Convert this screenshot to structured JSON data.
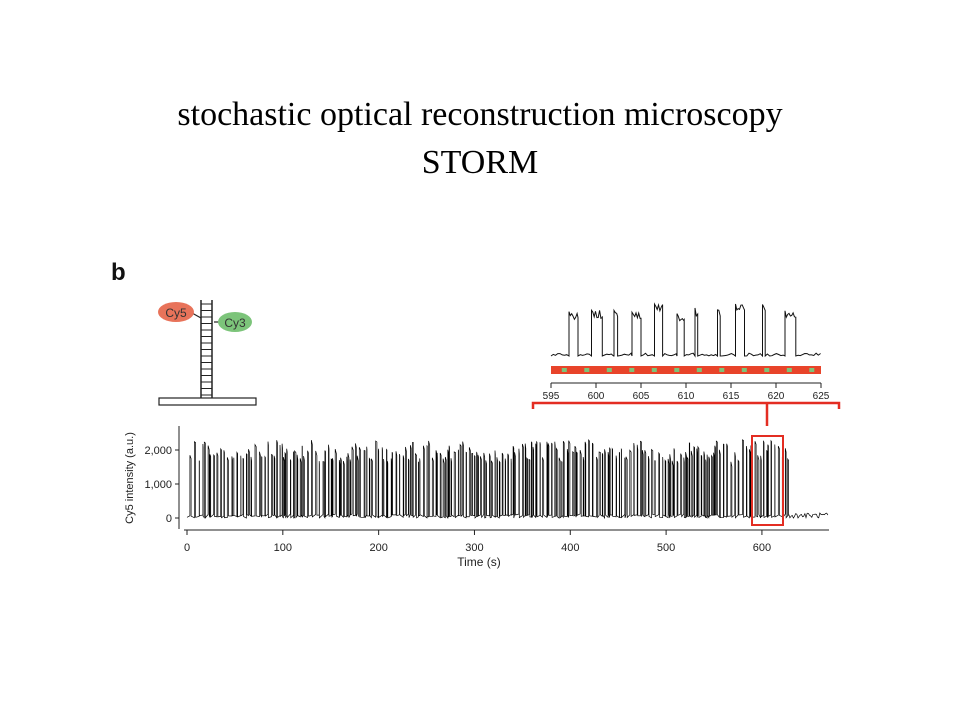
{
  "slide": {
    "title_line1": "stochastic optical reconstruction microscopy",
    "title_line2": "STORM"
  },
  "figure": {
    "panel_label": "b",
    "dye1": "Cy5",
    "dye2": "Cy3",
    "colors": {
      "cy5": "#e8735a",
      "cy3": "#7cc47a",
      "bar_red": "#e8442a",
      "bar_green": "#7cc47a",
      "highlight": "#e32d22",
      "trace": "#000000"
    }
  },
  "chart_data": [
    {
      "type": "line",
      "title": "",
      "xlabel": "Time (s)",
      "ylabel": "Cy5 intensity (a.u.)",
      "xlim": [
        0,
        670
      ],
      "ylim": [
        -200,
        2800
      ],
      "xticks": [
        0,
        100,
        200,
        300,
        400,
        500,
        600
      ],
      "xtick_labels": [
        "0",
        "100",
        "200",
        "300",
        "400",
        "500",
        "600"
      ],
      "yticks": [
        0,
        1000,
        2000
      ],
      "ytick_labels": [
        "0",
        "1,000",
        "2,000"
      ],
      "series": [
        {
          "description": "Cy5 single-molecule switching trace: repeated on/off cycles between ~0 and ~2,000 a.u., photobleached after ~628 s",
          "on_level": 2000,
          "off_level": 0,
          "switching_end": 628,
          "end": 670
        }
      ],
      "highlight_window": [
        597,
        627
      ]
    },
    {
      "type": "line",
      "title": "",
      "xlabel": "",
      "ylabel": "",
      "xlim": [
        595,
        625
      ],
      "xticks": [
        595,
        600,
        605,
        610,
        615,
        620,
        625
      ],
      "xtick_labels": [
        "595",
        "600",
        "605",
        "610",
        "615",
        "620",
        "625"
      ],
      "on_intervals": [
        [
          597.0,
          598.0
        ],
        [
          599.5,
          600.7
        ],
        [
          602.0,
          602.4
        ],
        [
          604.0,
          605.0
        ],
        [
          606.5,
          607.4
        ],
        [
          609.0,
          609.8
        ],
        [
          611.0,
          611.3
        ],
        [
          613.5,
          613.8
        ],
        [
          615.5,
          616.5
        ],
        [
          618.5,
          618.8
        ],
        [
          621.0,
          622.2
        ]
      ],
      "on_level": 1,
      "off_level": 0
    }
  ]
}
